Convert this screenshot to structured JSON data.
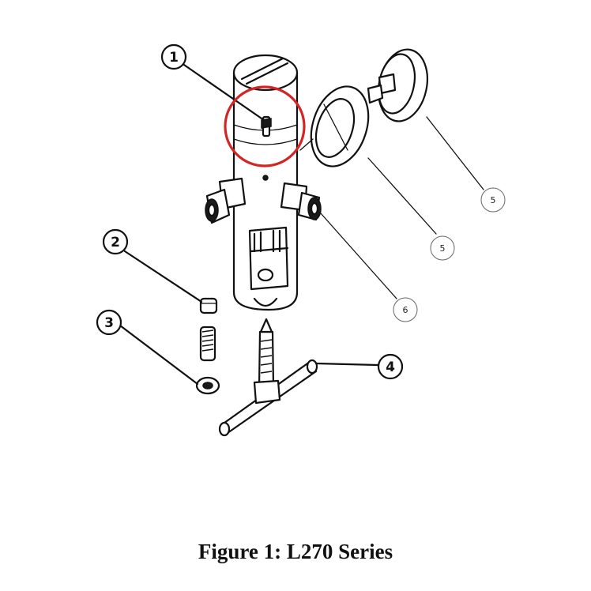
{
  "figure": {
    "caption": "Figure 1:  L270 Series",
    "highlight_color": "#d42424"
  },
  "callouts": [
    {
      "id": "c1",
      "label": "1"
    },
    {
      "id": "c2",
      "label": "2"
    },
    {
      "id": "c3",
      "label": "3"
    },
    {
      "id": "c4",
      "label": "4"
    },
    {
      "id": "c5a",
      "label": "5"
    },
    {
      "id": "c5b",
      "label": "5"
    },
    {
      "id": "c6",
      "label": "6"
    }
  ]
}
